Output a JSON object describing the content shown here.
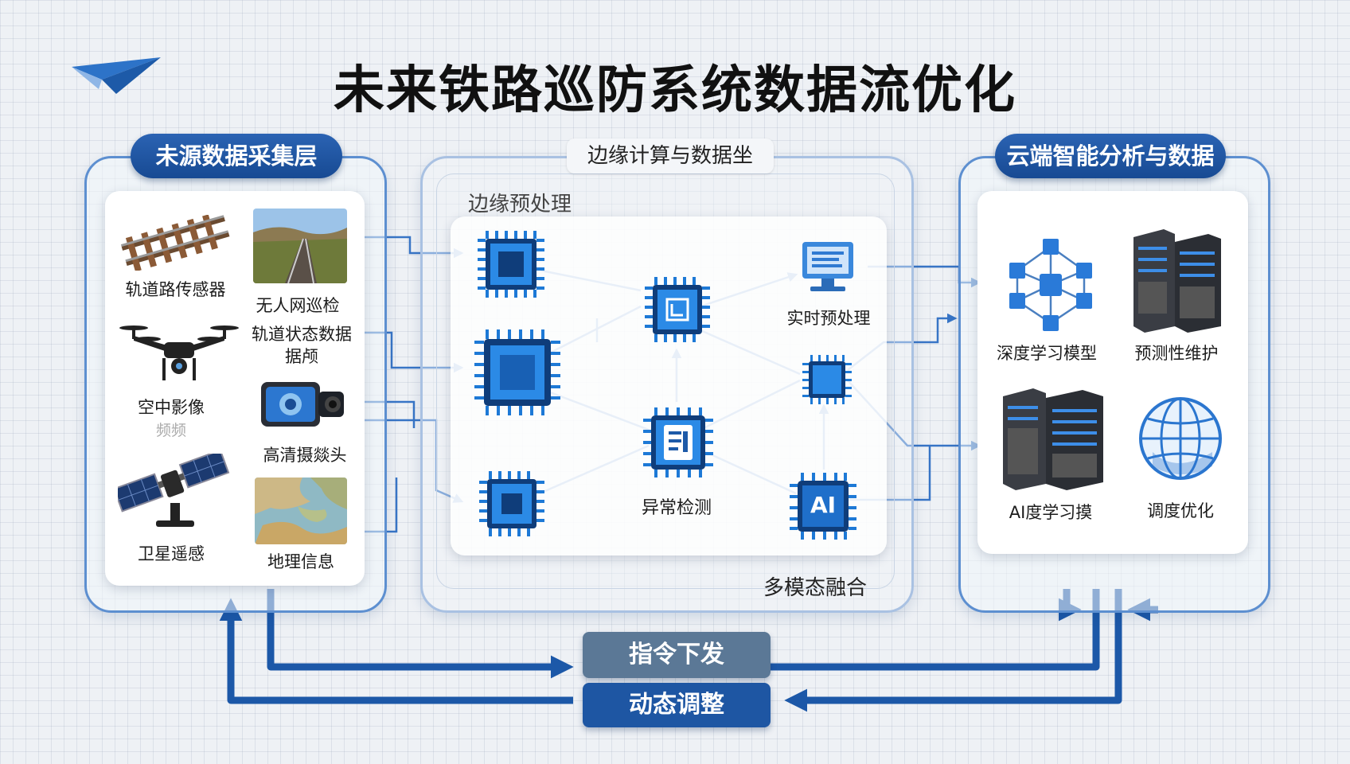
{
  "title": "未来铁路巡防系统数据流优化",
  "left_panel": {
    "header": "未源数据采集层",
    "items": [
      {
        "label": "轨道路传感器"
      },
      {
        "label": "无人网巡检"
      },
      {
        "label": "轨道状态数据",
        "label2": "据颅"
      },
      {
        "label": "空中影像",
        "label2": "频频"
      },
      {
        "label": "高清摄燚头"
      },
      {
        "label": "卫星遥感"
      },
      {
        "label": "地理信息"
      }
    ]
  },
  "center_panel": {
    "header": "边缘计算与数据坐",
    "subheader": "边缘预处理",
    "nodes": {
      "realtime": "实时预处理",
      "anomaly": "异常检测",
      "ai_chip": "AI",
      "fusion": "多模态融合"
    }
  },
  "right_panel": {
    "header": "云端智能分析与数据",
    "items": [
      {
        "label": "深度学习模型"
      },
      {
        "label": "预测性维护"
      },
      {
        "label": "AI度学习摸"
      },
      {
        "label": "调度优化"
      }
    ]
  },
  "feedback": {
    "command": "指令下发",
    "adjust": "动态调整"
  },
  "colors": {
    "accent": "#1f5aa6",
    "wire": "#2f6fc4",
    "chip": "#1d79d6",
    "panel_border": "#5d8fd0"
  }
}
